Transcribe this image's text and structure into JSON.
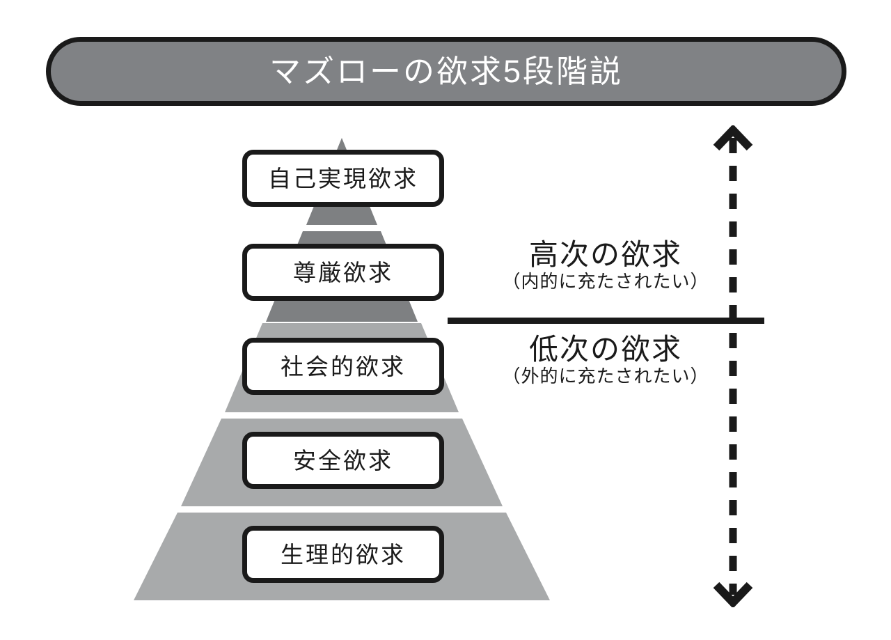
{
  "title": {
    "text": "マズローの欲求5段階説",
    "background": "#808285",
    "border_color": "#1a1a1a",
    "text_color": "#ffffff"
  },
  "chart_data": {
    "type": "pyramid",
    "title": "マズローの欲求5段階説",
    "orientation": "vertical-apex-up",
    "tier_count": 5,
    "tiers_top_to_bottom": [
      {
        "rank": 1,
        "label": "自己実現欲求",
        "group": "高次の欲求",
        "fill": "#7e8082"
      },
      {
        "rank": 2,
        "label": "尊厳欲求",
        "group": "高次の欲求",
        "fill": "#7e8082"
      },
      {
        "rank": 3,
        "label": "社会的欲求",
        "group": "低次の欲求",
        "fill": "#a8aaab"
      },
      {
        "rank": 4,
        "label": "安全欲求",
        "group": "低次の欲求",
        "fill": "#a8aaab"
      },
      {
        "rank": 5,
        "label": "生理的欲求",
        "group": "低次の欲求",
        "fill": "#a8aaab"
      }
    ],
    "annotations": [
      {
        "title": "高次の欲求",
        "subtitle": "（内的に充たされたい）",
        "position": "above-divider"
      },
      {
        "title": "低次の欲求",
        "subtitle": "（外的に充たされたい）",
        "position": "below-divider"
      }
    ],
    "axis": {
      "style": "dashed-double-arrow",
      "direction": "vertical",
      "has_top_arrowhead": true,
      "has_bottom_arrowhead": true
    },
    "divider": {
      "style": "solid",
      "color": "#1a1a1a",
      "separates": [
        "高次の欲求",
        "低次の欲求"
      ]
    },
    "label_box": {
      "fill": "#ffffff",
      "border_color": "#1a1a1a",
      "text_color": "#1a1a1a"
    }
  }
}
